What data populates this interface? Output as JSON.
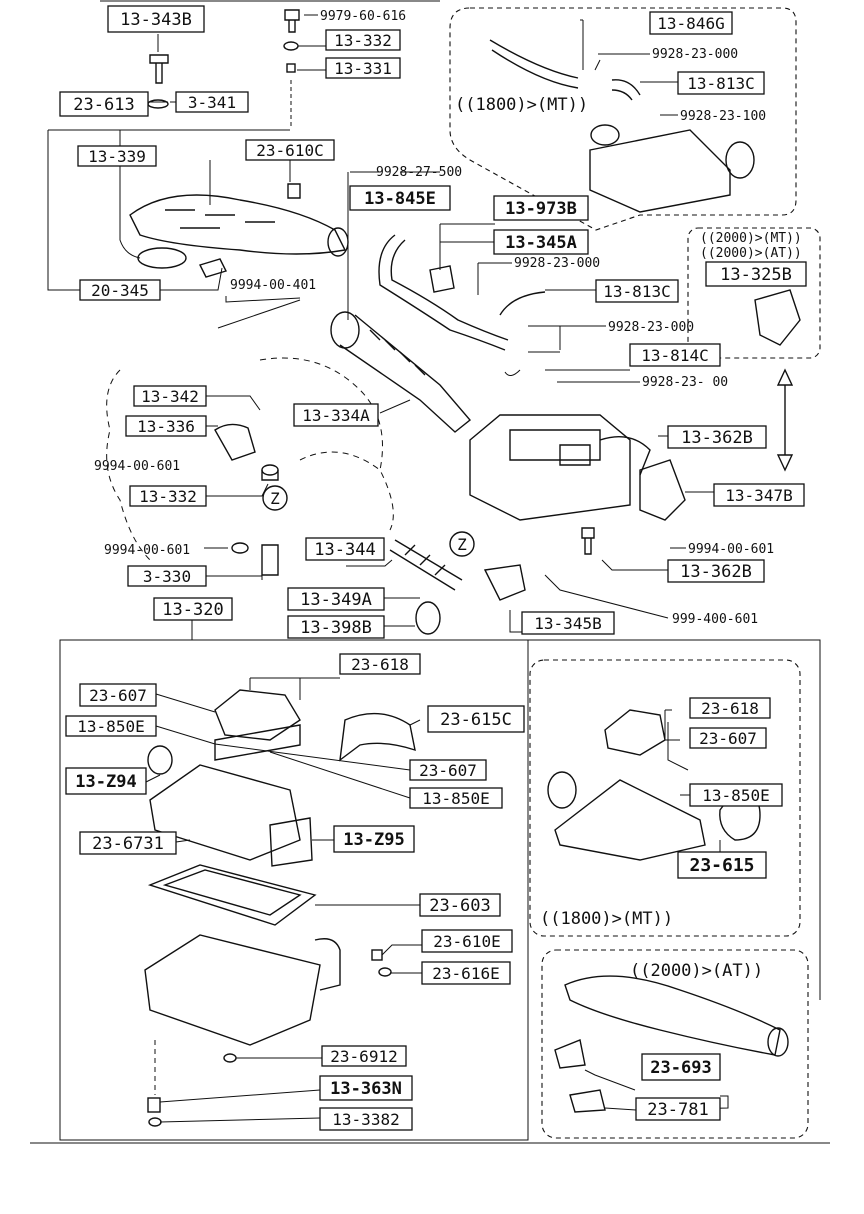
{
  "boxed_labels": {
    "b_13_343B": "13-343B",
    "b_13_332_top": "13-332",
    "b_13_331": "13-331",
    "b_23_613": "23-613",
    "b_13_341": "3-341",
    "b_13_339": "13-339",
    "b_23_610C": "23-610C",
    "b_13_845E": "13-845E",
    "b_13_973B": "13-973B",
    "b_13_345A": "13-345A",
    "b_20_345": "20-345",
    "b_13_846G": "13-846G",
    "b_13_813C_top": "13-813C",
    "b_13_325B": "13-325B",
    "b_13_813C_mid": "13-813C",
    "b_13_814C": "13-814C",
    "b_13_342": "13-342",
    "b_13_334A": "13-334A",
    "b_13_336": "13-336",
    "b_13_362B_a": "13-362B",
    "b_13_332_mid": "13-332",
    "b_13_347B": "13-347B",
    "b_13_344": "13-344",
    "b_13_330": "3-330",
    "b_13_349A": "13-349A",
    "b_13_398B": "13-398B",
    "b_13_362B_b": "13-362B",
    "b_13_345B": "13-345B",
    "b_13_320": "13-320",
    "b_23_618": "23-618",
    "b_23_607": "23-607",
    "b_13_850E": "13-850E",
    "b_23_615C": "23-615C",
    "b_13_Z94": "13-Z94",
    "b_23_607b": "23-607",
    "b_13_850Eb": "13-850E",
    "b_23_6731": "23-6731",
    "b_13_Z95": "13-Z95",
    "b_23_603": "23-603",
    "b_23_610E": "23-610E",
    "b_23_616E": "23-616E",
    "b_23_6912": "23-6912",
    "b_13_363N": "13-363N",
    "b_13_3382": "13-3382",
    "b_23_618_r": "23-618",
    "b_23_607_r": "23-607",
    "b_13_850E_r": "13-850E",
    "b_23_615_r": "23-615",
    "b_23_693": "23-693",
    "b_23_781": "23-781"
  },
  "plain_labels": {
    "p_9979_60_616": "9979-60-616",
    "p_9928_23_000_a": "9928-23-000",
    "p_9928_23_100": "9928-23-100",
    "p_9928_27_500": "9928-27-500",
    "p_9928_23_000_b": "9928-23-000",
    "p_9994_00_401": "9994-00-401",
    "p_9928_23_000_c": "9928-23-000",
    "p_9928_23_00_d": "9928-23- 00",
    "p_9994_00_601_a": "9994-00-601",
    "p_9994_00_601_b": "9994-00-601",
    "p_9994_00_601_c": "9994-00-601",
    "p_999_400_601": "999-400-601"
  },
  "callouts": {
    "z_upper": "Z",
    "z_lower": "Z"
  },
  "variant_notes": {
    "v_1800_mt_top": "((1800)>(MT))",
    "v_2000_mt": "((2000)>(MT))",
    "v_2000_at": "((2000)>(AT))",
    "v_1800_mt_bottom": "((1800)>(MT))",
    "v_2000_at_bottom": "((2000)>(AT))"
  }
}
